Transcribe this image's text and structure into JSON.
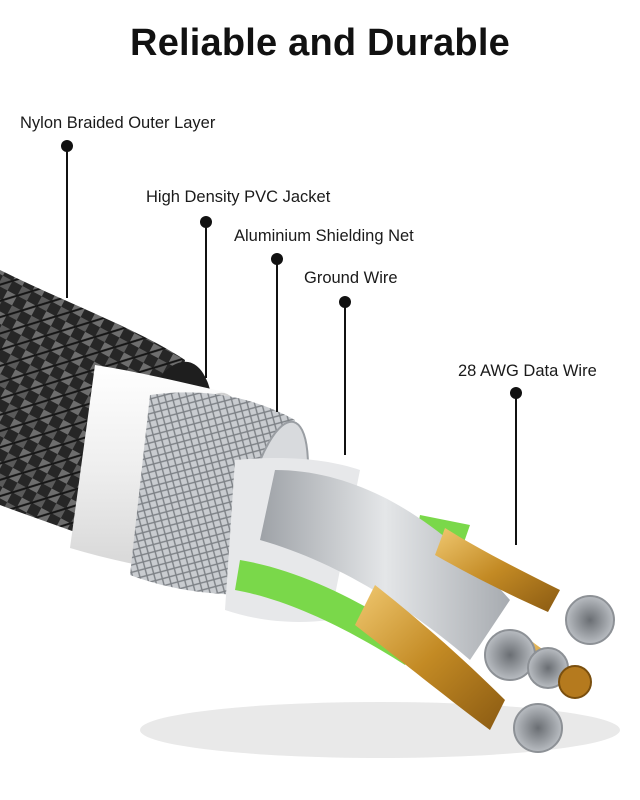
{
  "title": "Reliable and Durable",
  "callouts": [
    {
      "label": "Nylon Braided Outer Layer",
      "icon": "callout-dot"
    },
    {
      "label": "High Density PVC Jacket",
      "icon": "callout-dot"
    },
    {
      "label": "Aluminium Shielding Net",
      "icon": "callout-dot"
    },
    {
      "label": "Ground Wire",
      "icon": "callout-dot"
    },
    {
      "label": "28 AWG Data Wire",
      "icon": "callout-dot"
    }
  ],
  "colors": {
    "braid": "#2b2b2b",
    "jacket": "#f2f2f2",
    "shield": "#b9bcc0",
    "wire_gold": "#c9952f",
    "wire_green": "#7ad84a",
    "strands": "#c8cbcf"
  }
}
